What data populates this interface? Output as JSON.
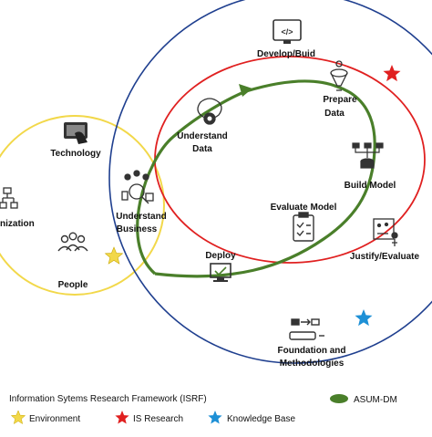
{
  "labels": {
    "technology": "Technology",
    "organization": "nization",
    "people": "People",
    "understand_business_1": "Understand",
    "understand_business_2": "Business",
    "understand_data_1": "Understand",
    "understand_data_2": "Data",
    "develop_build": "Develop/Buid",
    "prepare_data_1": "Prepare",
    "prepare_data_2": "Data",
    "build_model": "Build Model",
    "evaluate_model": "Evaluate Model",
    "justify_evaluate": "Justify/Evaluate",
    "deploy": "Deploy",
    "foundation_1": "Foundation and",
    "foundation_2": "Methodologies"
  },
  "legend": {
    "framework_title": "Information Sytems Research Framework (ISRF)",
    "environment": "Environment",
    "is_research": "IS Research",
    "knowledge_base": "Knowledge Base",
    "asum_dm": "ASUM-DM"
  },
  "colors": {
    "environment": "#f2d84a",
    "is_research": "#e02020",
    "knowledge_base": "#1f3f8f",
    "asum_dm": "#4a7f2a",
    "star_blue": "#1e90d6"
  },
  "icons": {
    "technology": "tablet-hand-icon",
    "organization": "org-chart-icon",
    "people": "people-group-icon",
    "understand_business": "business-analysis-icon",
    "understand_data": "brain-gear-icon",
    "develop_build": "code-monitor-icon",
    "prepare_data": "data-funnel-icon",
    "build_model": "network-model-icon",
    "evaluate_model": "checklist-icon",
    "justify_evaluate": "board-evaluate-icon",
    "deploy": "monitor-deploy-icon",
    "foundation": "methodology-flow-icon"
  }
}
